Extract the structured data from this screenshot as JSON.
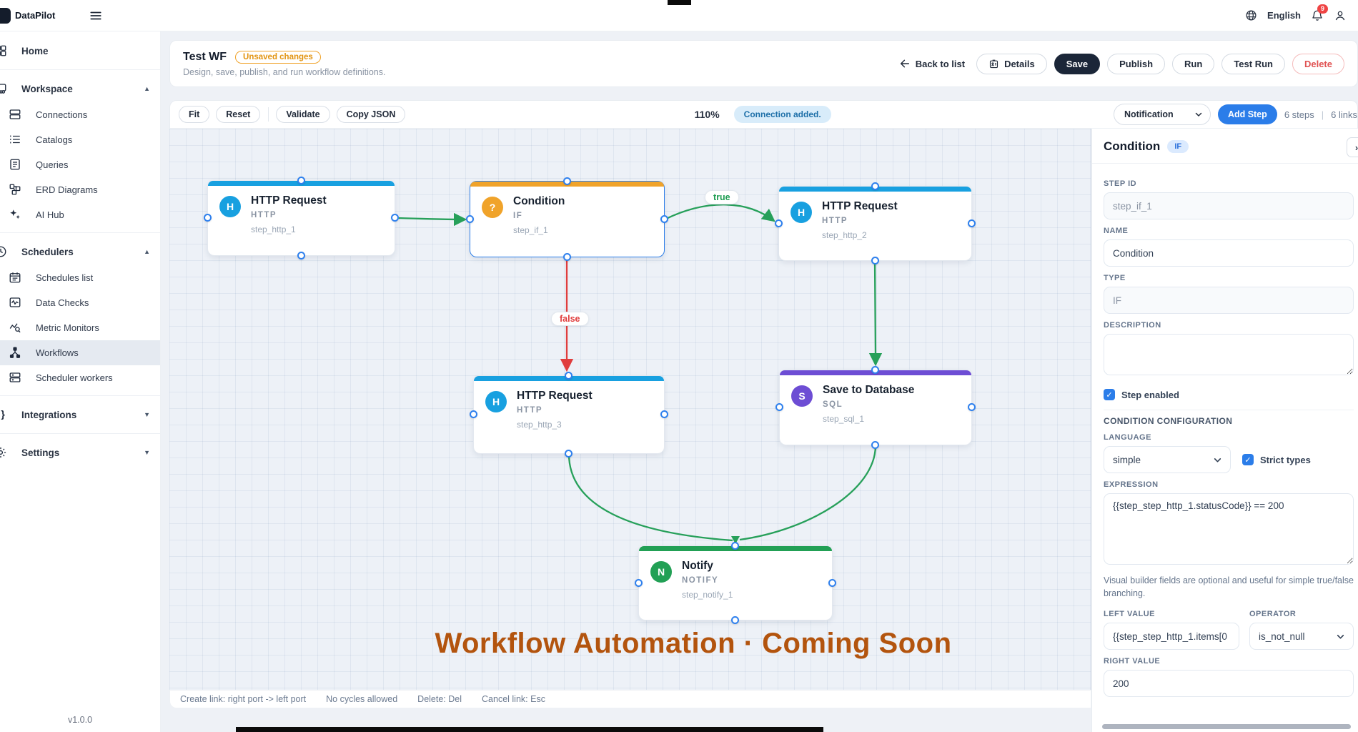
{
  "app": {
    "name": "DataPilot",
    "version": "v1.0.0"
  },
  "topbar": {
    "language": "English",
    "notification_count": "9"
  },
  "sidebar": {
    "home": "Home",
    "workspace": {
      "label": "Workspace",
      "items": [
        "Connections",
        "Catalogs",
        "Queries",
        "ERD Diagrams",
        "AI Hub"
      ]
    },
    "schedulers": {
      "label": "Schedulers",
      "items": [
        "Schedules list",
        "Data Checks",
        "Metric Monitors",
        "Workflows",
        "Scheduler workers"
      ],
      "selected": "Workflows"
    },
    "integrations": "Integrations",
    "settings": "Settings"
  },
  "header": {
    "title": "Test WF",
    "status_badge": "Unsaved changes",
    "subtitle": "Design, save, publish, and run workflow definitions.",
    "back": "Back to list",
    "details": "Details",
    "save": "Save",
    "publish": "Publish",
    "run": "Run",
    "test_run": "Test Run",
    "delete": "Delete"
  },
  "toolbar": {
    "fit": "Fit",
    "reset": "Reset",
    "validate": "Validate",
    "copy_json": "Copy JSON",
    "zoom": "110%",
    "toast": "Connection added.",
    "step_type_select": "Notification",
    "add_step": "Add Step",
    "steps_count": "6 steps",
    "links_count": "6 links"
  },
  "canvas": {
    "watermark": "Workflow Automation · Coming Soon",
    "edge_labels": {
      "true": "true",
      "false": "false"
    },
    "nodes": [
      {
        "id": "step_http_1",
        "title": "HTTP Request",
        "type": "HTTP",
        "letter": "H",
        "color": "#18a0e0"
      },
      {
        "id": "step_if_1",
        "title": "Condition",
        "type": "IF",
        "letter": "?",
        "color": "#f0a32a"
      },
      {
        "id": "step_http_2",
        "title": "HTTP Request",
        "type": "HTTP",
        "letter": "H",
        "color": "#18a0e0"
      },
      {
        "id": "step_sql_1",
        "title": "Save to Database",
        "type": "SQL",
        "letter": "S",
        "color": "#6d4dd4"
      },
      {
        "id": "step_http_3",
        "title": "HTTP Request",
        "type": "HTTP",
        "letter": "H",
        "color": "#18a0e0"
      },
      {
        "id": "step_notify_1",
        "title": "Notify",
        "type": "NOTIFY",
        "letter": "N",
        "color": "#22a055"
      }
    ]
  },
  "statusbar": {
    "create_link": "Create link: right port -> left port",
    "no_cycles": "No cycles allowed",
    "delete_hint": "Delete: Del",
    "cancel_hint": "Cancel link: Esc"
  },
  "panel": {
    "title": "Condition",
    "type_badge": "IF",
    "collapse": "›",
    "step_id_label": "STEP ID",
    "step_id": "step_if_1",
    "name_label": "NAME",
    "name": "Condition",
    "type_label": "TYPE",
    "type": "IF",
    "description_label": "DESCRIPTION",
    "description": "",
    "step_enabled": "Step enabled",
    "section": "CONDITION CONFIGURATION",
    "language_label": "LANGUAGE",
    "language": "simple",
    "strict_types": "Strict types",
    "expression_label": "EXPRESSION",
    "expression": "{{step_step_http_1.statusCode}} == 200",
    "helper": "Visual builder fields are optional and useful for simple true/false branching.",
    "left_value_label": "LEFT VALUE",
    "left_value": "{{step_step_http_1.items[0",
    "operator_label": "OPERATOR",
    "operator": "is_not_null",
    "right_value_label": "RIGHT VALUE",
    "right_value": "200"
  },
  "colors": {
    "accent_blue": "#2b7de9",
    "edge_green": "#27a05a",
    "edge_red": "#e03d3d",
    "http": "#18a0e0",
    "condition": "#f0a32a",
    "sql": "#6d4dd4",
    "notify": "#22a055",
    "watermark": "#b3540e",
    "save_dark": "#1b2638"
  }
}
